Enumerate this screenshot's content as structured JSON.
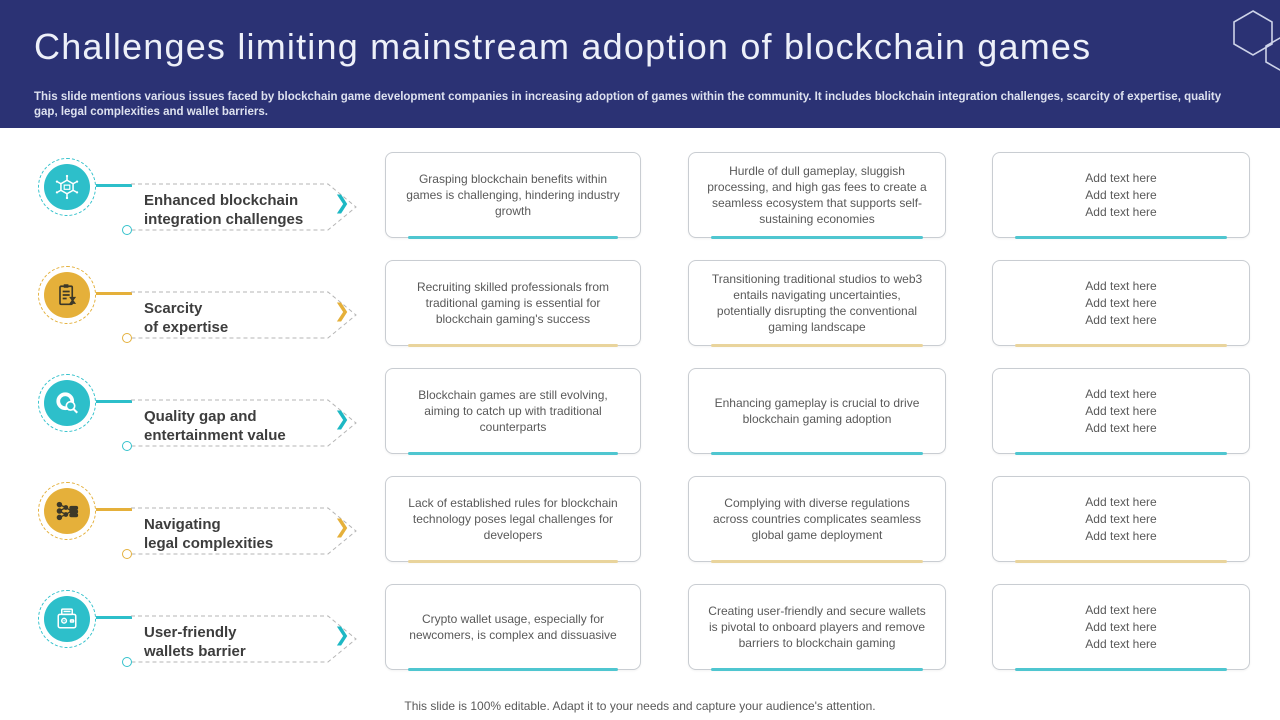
{
  "header": {
    "title": "Challenges limiting mainstream adoption of blockchain games",
    "subtitle": "This slide mentions various issues faced by blockchain game development companies in increasing adoption of games within the community. It includes blockchain integration challenges, scarcity of expertise, quality gap, legal complexities and wallet barriers."
  },
  "footer": "This slide is 100% editable. Adapt it to your needs and capture your audience's attention.",
  "icons": {
    "chevron": "❯"
  },
  "colors": {
    "header_navy": "#2b3274",
    "teal": "#2dbfca",
    "gold": "#e5b03a",
    "teal_underline": "#4fc6d0",
    "gold_underline": "#e9d49c",
    "label_text": "#3d3d3d",
    "body_text": "#595959"
  },
  "rows": [
    {
      "theme": "teal",
      "icon": "blockchain-network-icon",
      "label_lines": [
        "Enhanced blockchain",
        "integration challenges"
      ],
      "boxes": [
        {
          "text": "Grasping blockchain benefits within games is challenging, hindering industry growth"
        },
        {
          "text": "Hurdle of dull gameplay, sluggish processing, and high gas fees to create a seamless ecosystem that supports self-sustaining economies"
        },
        {
          "lines": [
            "Add text here",
            "Add text here",
            "Add text here"
          ]
        }
      ]
    },
    {
      "theme": "gold",
      "icon": "expertise-clipboard-icon",
      "label_lines": [
        "Scarcity",
        "of expertise"
      ],
      "boxes": [
        {
          "text": "Recruiting skilled professionals from traditional gaming is essential for blockchain gaming's success"
        },
        {
          "text": "Transitioning traditional studios to web3 entails navigating uncertainties, potentially disrupting the conventional gaming landscape"
        },
        {
          "lines": [
            "Add text here",
            "Add text here",
            "Add text here"
          ]
        }
      ]
    },
    {
      "theme": "teal",
      "icon": "quality-search-icon",
      "label_lines": [
        "Quality gap and",
        "entertainment value"
      ],
      "boxes": [
        {
          "text": "Blockchain games are still evolving, aiming to catch up with traditional counterparts"
        },
        {
          "text": "Enhancing gameplay is crucial to drive blockchain gaming adoption"
        },
        {
          "lines": [
            "Add text here",
            "Add text here",
            "Add text here"
          ]
        }
      ]
    },
    {
      "theme": "gold",
      "icon": "legal-hierarchy-icon",
      "label_lines": [
        "Navigating",
        "legal complexities"
      ],
      "boxes": [
        {
          "text": "Lack of established rules for blockchain technology poses legal challenges for developers"
        },
        {
          "text": "Complying with diverse regulations across countries complicates seamless global game deployment"
        },
        {
          "lines": [
            "Add text here",
            "Add text here",
            "Add text here"
          ]
        }
      ]
    },
    {
      "theme": "teal",
      "icon": "wallet-icon",
      "label_lines": [
        "User-friendly",
        "wallets barrier"
      ],
      "boxes": [
        {
          "text": "Crypto wallet usage, especially for newcomers, is complex and dissuasive"
        },
        {
          "text": "Creating user-friendly and secure wallets is pivotal to onboard players and remove barriers to blockchain gaming"
        },
        {
          "lines": [
            "Add text here",
            "Add text here",
            "Add text here"
          ]
        }
      ]
    }
  ]
}
